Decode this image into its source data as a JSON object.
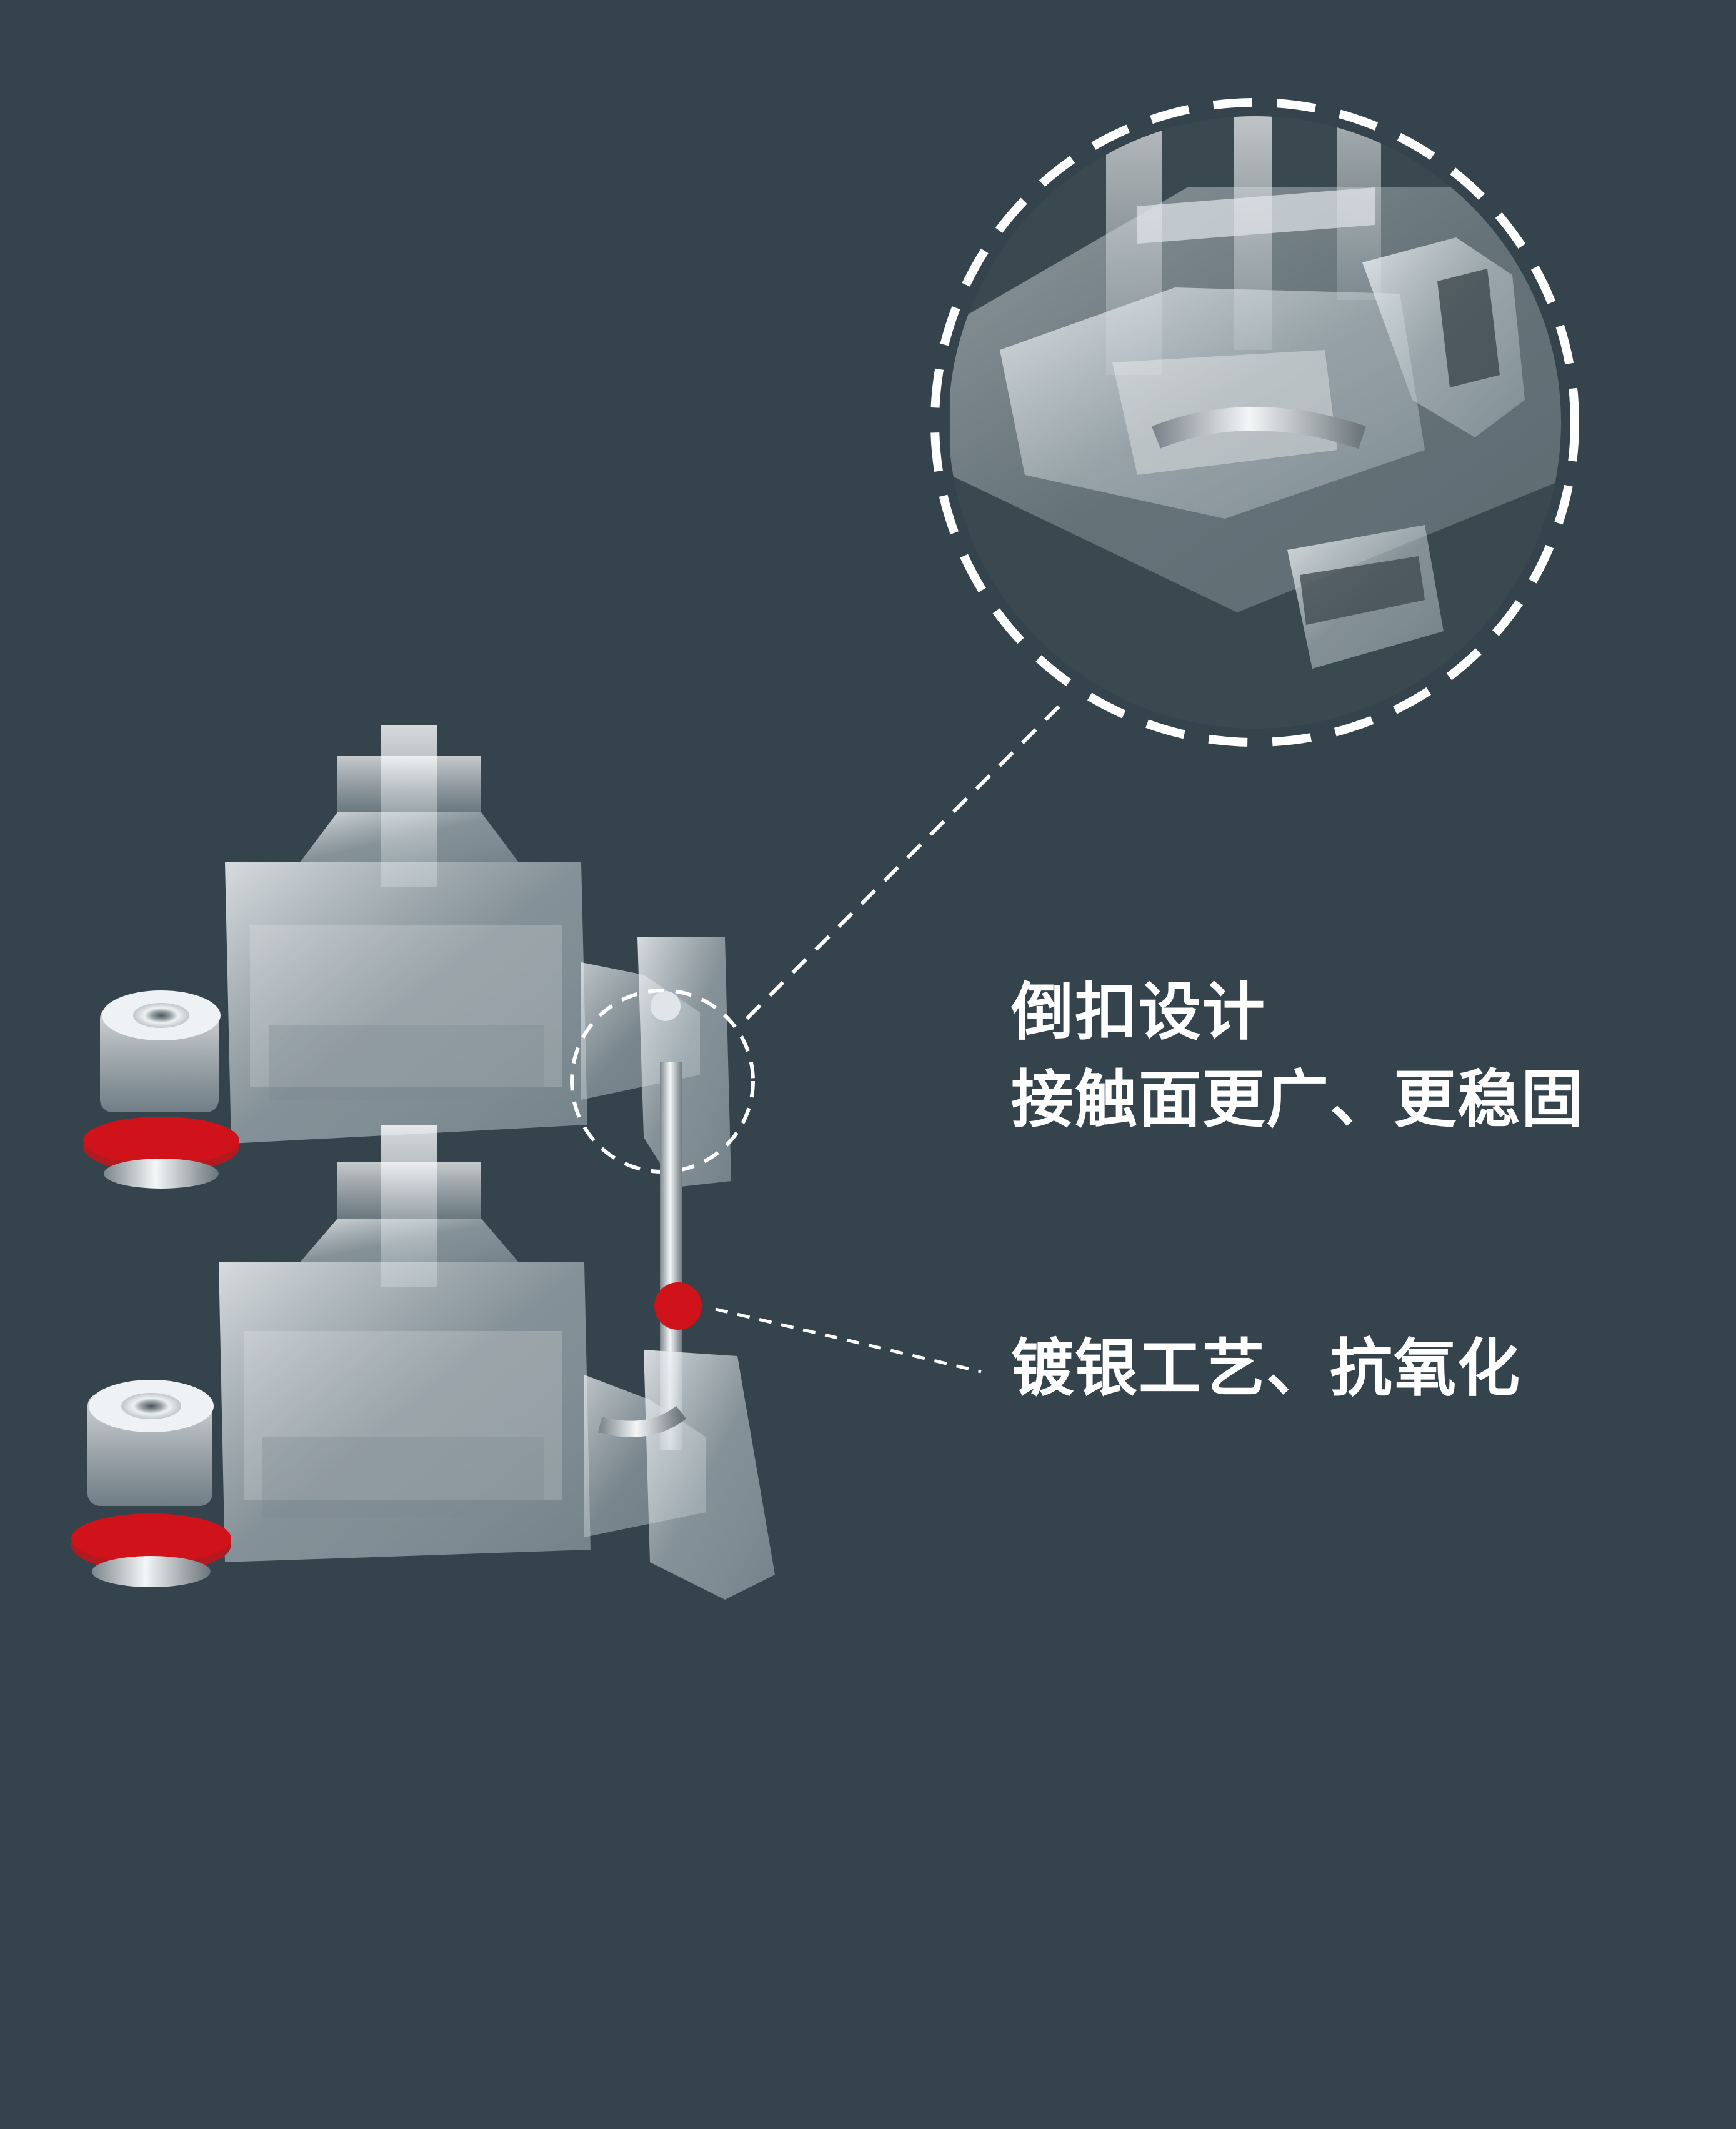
{
  "colors": {
    "background": "#34434c",
    "callout_text": "#ffffff",
    "accent_dot": "#d0121b",
    "dash_line": "#ffffff"
  },
  "callouts": {
    "reverse_buckle": {
      "line1": "倒扣设计",
      "line2": "接触面更广、更稳固"
    },
    "silver_plating": {
      "line1": "镀银工艺、抗氧化"
    }
  }
}
